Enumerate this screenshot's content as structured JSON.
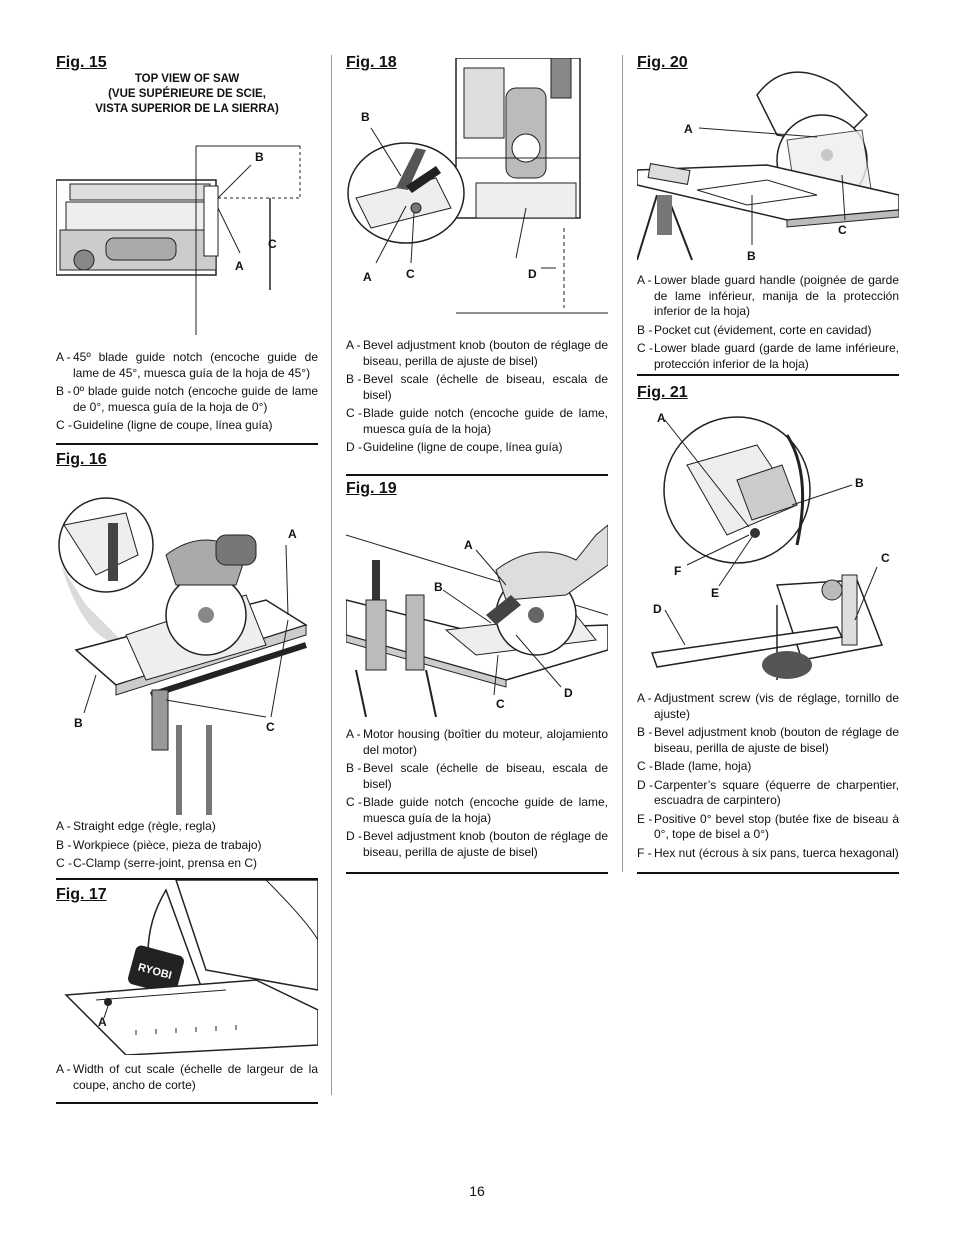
{
  "page_number": "16",
  "fig15": {
    "title": "Fig. 15",
    "subtitle": [
      "TOP VIEW OF SAW",
      "(VUE SUPÉRIEURE DE SCIE,",
      "VISTA SUPERIOR DE LA SIERRA)"
    ],
    "labels": {
      "a": "A",
      "b": "B",
      "c": "C"
    },
    "legend": [
      {
        "key": "A -",
        "text": "45º blade guide notch (encoche guide de lame de 45°, muesca guía de la hoja de 45°)"
      },
      {
        "key": "B -",
        "text": "0º blade guide notch (encoche guide de lame de 0°, muesca guía de la hoja de 0°)"
      },
      {
        "key": "C -",
        "text": "Guideline (ligne de coupe, línea guía)"
      }
    ]
  },
  "fig16": {
    "title": "Fig. 16",
    "labels": {
      "a": "A",
      "b": "B",
      "c": "C"
    },
    "legend": [
      {
        "key": "A -",
        "text": "Straight edge (règle, regla)"
      },
      {
        "key": "B -",
        "text": "Workpiece (pièce, pieza de trabajo)"
      },
      {
        "key": "C -",
        "text": "C-Clamp (serre-joint, prensa en C)"
      }
    ]
  },
  "fig17": {
    "title": "Fig. 17",
    "labels": {
      "a": "A",
      "brand": "RYOBI"
    },
    "legend": [
      {
        "key": "A -",
        "text": "Width of cut scale (échelle de largeur de la coupe, ancho de corte)"
      }
    ]
  },
  "fig18": {
    "title": "Fig. 18",
    "labels": {
      "a": "A",
      "b": "B",
      "c": "C",
      "d": "D"
    },
    "legend": [
      {
        "key": "A -",
        "text": "Bevel adjustment knob (bouton de réglage de biseau, perilla de ajuste de bisel)"
      },
      {
        "key": "B -",
        "text": "Bevel scale (échelle de biseau, escala de bisel)"
      },
      {
        "key": "C -",
        "text": "Blade guide notch (encoche guide de lame, muesca guía de la hoja)"
      },
      {
        "key": "D -",
        "text": "Guideline (ligne de coupe, línea guía)"
      }
    ]
  },
  "fig19": {
    "title": "Fig. 19",
    "labels": {
      "a": "A",
      "b": "B",
      "c": "C",
      "d": "D"
    },
    "legend": [
      {
        "key": "A -",
        "text": "Motor housing (boîtier du moteur, alojamiento del motor)"
      },
      {
        "key": "B -",
        "text": "Bevel scale (échelle de biseau, escala de bisel)"
      },
      {
        "key": "C -",
        "text": "Blade guide notch (encoche guide de lame, muesca guía de la hoja)"
      },
      {
        "key": "D -",
        "text": "Bevel adjustment knob (bouton de réglage de biseau, perilla de ajuste de bisel)"
      }
    ]
  },
  "fig20": {
    "title": "Fig. 20",
    "labels": {
      "a": "A",
      "b": "B",
      "c": "C"
    },
    "legend": [
      {
        "key": "A -",
        "text": "Lower blade guard handle (poignée de garde de lame inférieur, manija de la protección inferior de la hoja)"
      },
      {
        "key": "B -",
        "text": "Pocket cut (évidement, corte en cavidad)"
      },
      {
        "key": "C -",
        "text": "Lower blade guard (garde de lame inférieure, protección inferior de la hoja)"
      }
    ]
  },
  "fig21": {
    "title": "Fig. 21",
    "labels": {
      "a": "A",
      "b": "B",
      "c": "C",
      "d": "D",
      "e": "E",
      "f": "F"
    },
    "legend": [
      {
        "key": "A -",
        "text": "Adjustment screw (vis de réglage, tornillo de ajuste)"
      },
      {
        "key": "B -",
        "text": "Bevel adjustment knob (bouton de réglage de biseau, perilla de ajuste de bisel)"
      },
      {
        "key": "C -",
        "text": "Blade (lame, hoja)"
      },
      {
        "key": "D -",
        "text": "Carpenter’s square (équerre de charpentier, escuadra de carpintero)"
      },
      {
        "key": "E -",
        "text": "Positive 0° bevel stop (butée fixe de biseau à 0°, tope de bisel a 0°)"
      },
      {
        "key": "F -",
        "text": "Hex nut (écrous à six pans, tuerca hexagonal)"
      }
    ]
  }
}
